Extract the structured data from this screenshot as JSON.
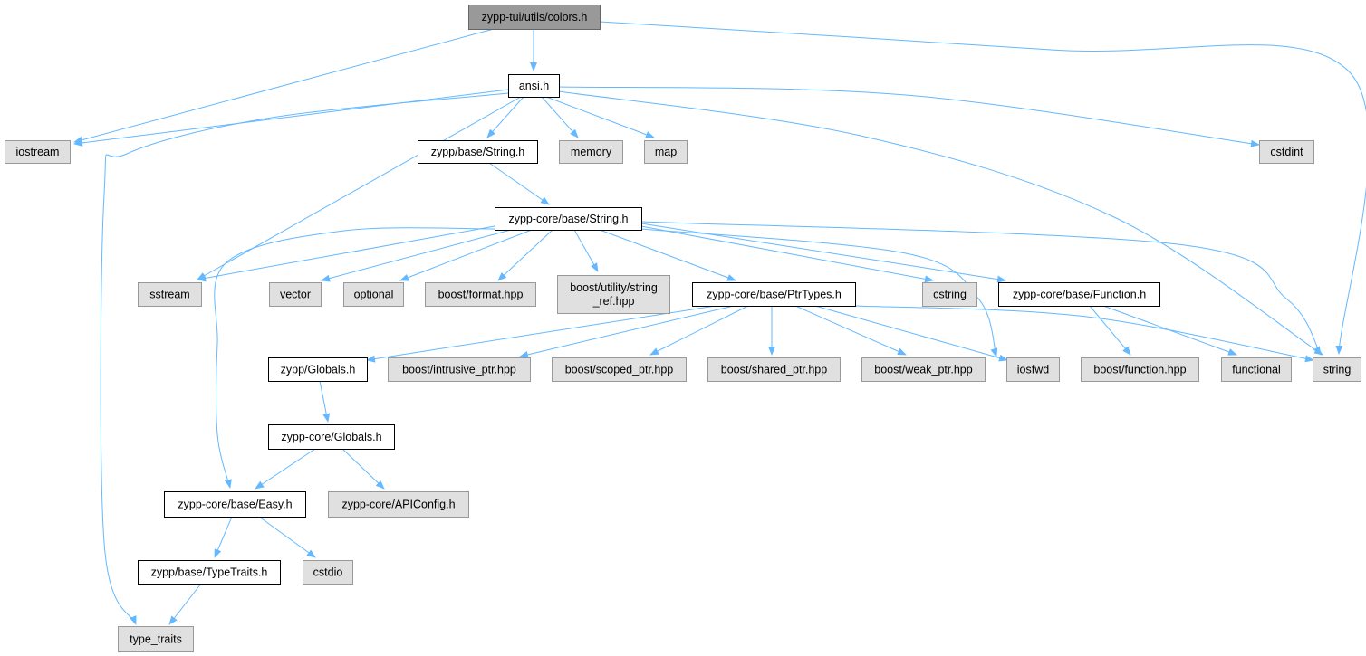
{
  "colors": {
    "edge": "#63b8ff"
  },
  "nodes": {
    "colors_h": {
      "label": [
        "zypp-tui/utils/colors.h"
      ],
      "kind": "root"
    },
    "ansi_h": {
      "label": [
        "ansi.h"
      ],
      "kind": "internal"
    },
    "iostream": {
      "label": [
        "iostream"
      ],
      "kind": "external"
    },
    "zypp_base_string_h": {
      "label": [
        "zypp/base/String.h"
      ],
      "kind": "internal"
    },
    "memory": {
      "label": [
        "memory"
      ],
      "kind": "external"
    },
    "map": {
      "label": [
        "map"
      ],
      "kind": "external"
    },
    "cstdint": {
      "label": [
        "cstdint"
      ],
      "kind": "external"
    },
    "zypp_core_base_string_h": {
      "label": [
        "zypp-core/base/String.h"
      ],
      "kind": "internal"
    },
    "sstream": {
      "label": [
        "sstream"
      ],
      "kind": "external"
    },
    "vector": {
      "label": [
        "vector"
      ],
      "kind": "external"
    },
    "optional": {
      "label": [
        "optional"
      ],
      "kind": "external"
    },
    "boost_format_hpp": {
      "label": [
        "boost/format.hpp"
      ],
      "kind": "external"
    },
    "boost_utility_string_ref_hpp": {
      "label": [
        "boost/utility/string",
        "_ref.hpp"
      ],
      "kind": "external"
    },
    "zypp_core_base_ptrtypes_h": {
      "label": [
        "zypp-core/base/PtrTypes.h"
      ],
      "kind": "internal"
    },
    "cstring": {
      "label": [
        "cstring"
      ],
      "kind": "external"
    },
    "zypp_core_base_function_h": {
      "label": [
        "zypp-core/base/Function.h"
      ],
      "kind": "internal"
    },
    "zypp_globals_h": {
      "label": [
        "zypp/Globals.h"
      ],
      "kind": "internal"
    },
    "boost_intrusive_ptr_hpp": {
      "label": [
        "boost/intrusive_ptr.hpp"
      ],
      "kind": "external"
    },
    "boost_scoped_ptr_hpp": {
      "label": [
        "boost/scoped_ptr.hpp"
      ],
      "kind": "external"
    },
    "boost_shared_ptr_hpp": {
      "label": [
        "boost/shared_ptr.hpp"
      ],
      "kind": "external"
    },
    "boost_weak_ptr_hpp": {
      "label": [
        "boost/weak_ptr.hpp"
      ],
      "kind": "external"
    },
    "iosfwd": {
      "label": [
        "iosfwd"
      ],
      "kind": "external"
    },
    "boost_function_hpp": {
      "label": [
        "boost/function.hpp"
      ],
      "kind": "external"
    },
    "functional": {
      "label": [
        "functional"
      ],
      "kind": "external"
    },
    "string": {
      "label": [
        "string"
      ],
      "kind": "external"
    },
    "zypp_core_globals_h": {
      "label": [
        "zypp-core/Globals.h"
      ],
      "kind": "internal"
    },
    "zypp_core_base_easy_h": {
      "label": [
        "zypp-core/base/Easy.h"
      ],
      "kind": "internal"
    },
    "zypp_core_apiconfig_h": {
      "label": [
        "zypp-core/APIConfig.h"
      ],
      "kind": "external"
    },
    "zypp_base_typetraits_h": {
      "label": [
        "zypp/base/TypeTraits.h"
      ],
      "kind": "internal"
    },
    "cstdio": {
      "label": [
        "cstdio"
      ],
      "kind": "external"
    },
    "type_traits": {
      "label": [
        "type_traits"
      ],
      "kind": "external"
    }
  },
  "edges": [
    [
      "colors_h",
      "ansi_h"
    ],
    [
      "colors_h",
      "iostream"
    ],
    [
      "colors_h",
      "string"
    ],
    [
      "ansi_h",
      "iostream"
    ],
    [
      "ansi_h",
      "type_traits"
    ],
    [
      "ansi_h",
      "sstream"
    ],
    [
      "ansi_h",
      "zypp_base_string_h"
    ],
    [
      "ansi_h",
      "memory"
    ],
    [
      "ansi_h",
      "map"
    ],
    [
      "ansi_h",
      "cstdint"
    ],
    [
      "ansi_h",
      "string"
    ],
    [
      "zypp_base_string_h",
      "zypp_core_base_string_h"
    ],
    [
      "zypp_core_base_string_h",
      "sstream"
    ],
    [
      "zypp_core_base_string_h",
      "zypp_core_base_easy_h"
    ],
    [
      "zypp_core_base_string_h",
      "vector"
    ],
    [
      "zypp_core_base_string_h",
      "optional"
    ],
    [
      "zypp_core_base_string_h",
      "boost_format_hpp"
    ],
    [
      "zypp_core_base_string_h",
      "boost_utility_string_ref_hpp"
    ],
    [
      "zypp_core_base_string_h",
      "zypp_core_base_ptrtypes_h"
    ],
    [
      "zypp_core_base_string_h",
      "cstring"
    ],
    [
      "zypp_core_base_string_h",
      "zypp_core_base_function_h"
    ],
    [
      "zypp_core_base_string_h",
      "iosfwd"
    ],
    [
      "zypp_core_base_string_h",
      "string"
    ],
    [
      "zypp_core_base_ptrtypes_h",
      "zypp_globals_h"
    ],
    [
      "zypp_core_base_ptrtypes_h",
      "boost_intrusive_ptr_hpp"
    ],
    [
      "zypp_core_base_ptrtypes_h",
      "boost_scoped_ptr_hpp"
    ],
    [
      "zypp_core_base_ptrtypes_h",
      "boost_shared_ptr_hpp"
    ],
    [
      "zypp_core_base_ptrtypes_h",
      "boost_weak_ptr_hpp"
    ],
    [
      "zypp_core_base_ptrtypes_h",
      "iosfwd"
    ],
    [
      "zypp_core_base_ptrtypes_h",
      "string"
    ],
    [
      "zypp_core_base_function_h",
      "boost_function_hpp"
    ],
    [
      "zypp_core_base_function_h",
      "functional"
    ],
    [
      "zypp_globals_h",
      "zypp_core_globals_h"
    ],
    [
      "zypp_core_globals_h",
      "zypp_core_base_easy_h"
    ],
    [
      "zypp_core_globals_h",
      "zypp_core_apiconfig_h"
    ],
    [
      "zypp_core_base_easy_h",
      "zypp_base_typetraits_h"
    ],
    [
      "zypp_core_base_easy_h",
      "cstdio"
    ],
    [
      "zypp_base_typetraits_h",
      "type_traits"
    ]
  ]
}
